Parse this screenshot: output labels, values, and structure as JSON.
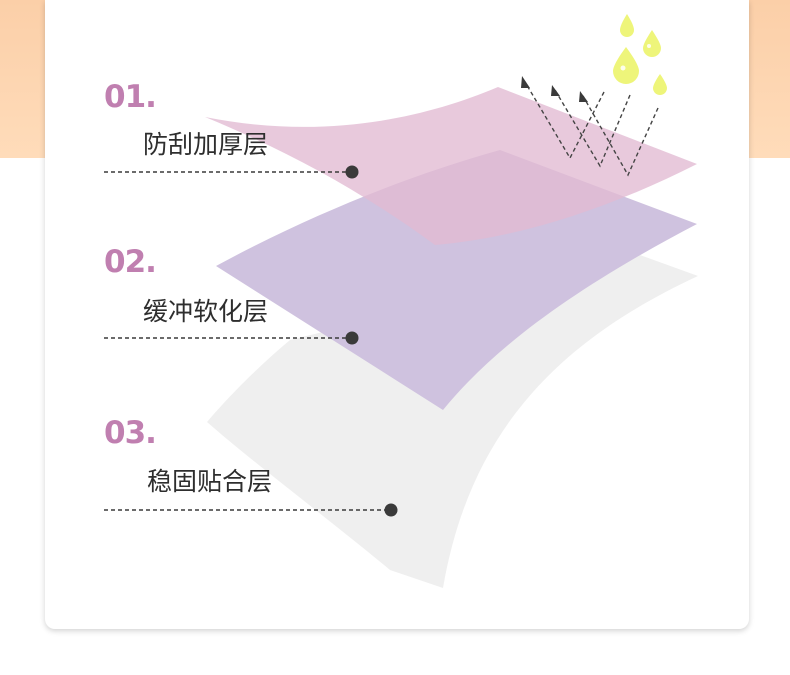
{
  "layers": [
    {
      "number": "01.",
      "name": "防刮加厚层",
      "color": "#e6c8d9"
    },
    {
      "number": "02.",
      "name": "缓冲软化层",
      "color": "#cfc2df"
    },
    {
      "number": "03.",
      "name": "稳固贴合层",
      "color": "#efefef"
    }
  ],
  "colors": {
    "top_band": "#ffd6b2",
    "number_text": "#c07fb0",
    "label_text": "#2e2e2e",
    "pointer_line": "#3a3a3a",
    "droplet": "#eef57a"
  },
  "icons": [
    "water-droplet-icon",
    "deflection-arrow-icon"
  ]
}
